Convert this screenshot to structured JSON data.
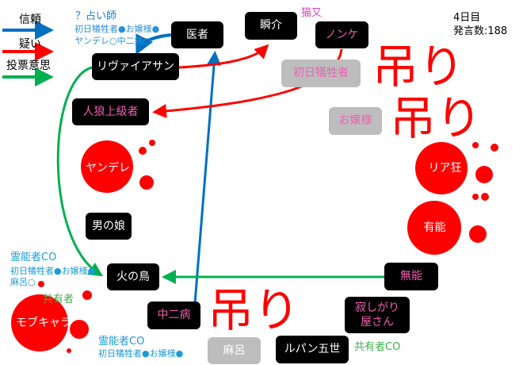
{
  "legend": {
    "trust": "信頼",
    "doubt": "疑い",
    "vote": "投票意思"
  },
  "status": {
    "day": "4日目",
    "posts": "発言数:188"
  },
  "annotations": {
    "seer_title": "？占い師",
    "seer_line1": "初日犠牲者●お嬢様●",
    "seer_line2": "ヤンデレ○中二病○",
    "cat": "猫又",
    "medium1_title": "霊能者CO",
    "medium1_line1": "初日犠牲者●お嬢様●",
    "medium1_line2": "麻呂○",
    "sharer1": "共有者",
    "medium2_title": "霊能者CO",
    "medium2_line1": "初日犠牲者●お嬢様●",
    "sharer2": "共有者CO"
  },
  "hanged_label": "吊り",
  "nodes": {
    "doctor": "医者",
    "shunsuke": "瞬介",
    "nonke": "ノンケ",
    "leviathan": "リヴァイアサン",
    "werewolf": "人狼上級者",
    "first_victim": "初日犠牲者",
    "ojousama": "お嬢様",
    "yandere": "ヤンデレ",
    "riakyou": "リア狂",
    "otokonoko": "男の娘",
    "yuunou": "有能",
    "hinotori": "火の鳥",
    "munou": "無能",
    "chuunibyou": "中二病",
    "mobchara": "モブキャラ",
    "maro": "麻呂",
    "lupin": "ルパン五世",
    "sabishigari": "寂しがり屋さん"
  },
  "colors": {
    "trust": "#0070c0",
    "doubt": "#ff0000",
    "vote": "#00b050",
    "pink": "#f060b0"
  }
}
